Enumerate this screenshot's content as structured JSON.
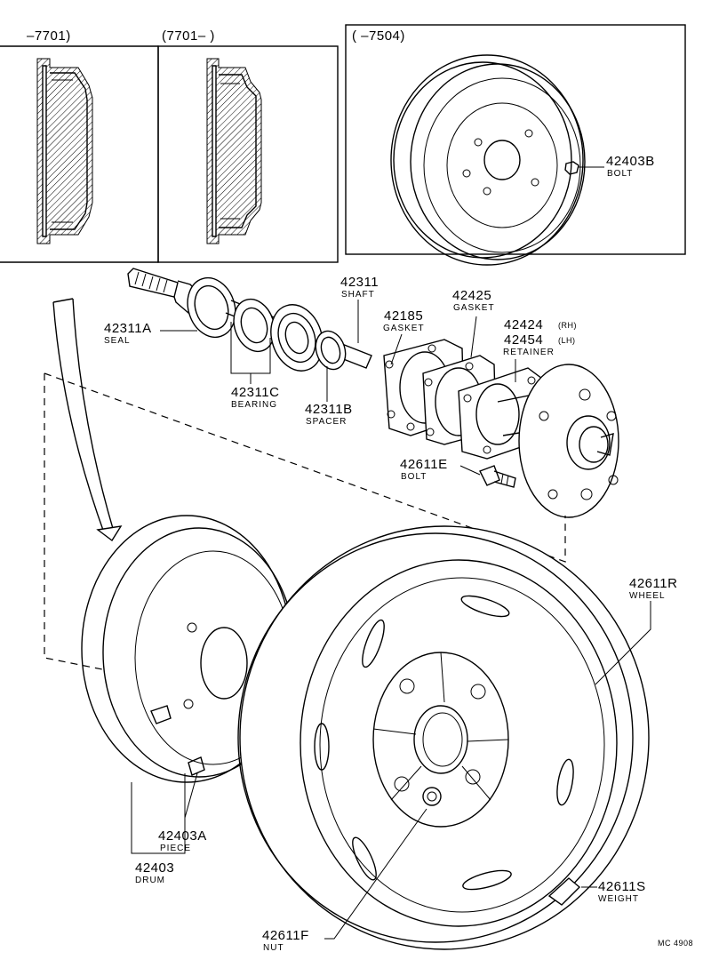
{
  "variants": {
    "box1_range": "–7701)",
    "box2_range": "(7701–      )",
    "box3_range": "(      –7504)"
  },
  "parts": [
    {
      "number": "42403B",
      "name": "BOLT"
    },
    {
      "number": "42311",
      "name": "SHAFT"
    },
    {
      "number": "42425",
      "name": "GASKET"
    },
    {
      "number": "42185",
      "name": "GASKET"
    },
    {
      "number": "42424",
      "side": "(RH)"
    },
    {
      "number": "42454",
      "side": "(LH)",
      "name": "RETAINER"
    },
    {
      "number": "42311A",
      "name": "SEAL"
    },
    {
      "number": "42311C",
      "name": "BEARING"
    },
    {
      "number": "42311B",
      "name": "SPACER"
    },
    {
      "number": "42611E",
      "name": "BOLT"
    },
    {
      "number": "42611R",
      "name": "WHEEL"
    },
    {
      "number": "42403A",
      "name": "PIECE"
    },
    {
      "number": "42403",
      "name": "DRUM"
    },
    {
      "number": "42611F",
      "name": "NUT"
    },
    {
      "number": "42611S",
      "name": "WEIGHT"
    }
  ],
  "footer_code": "MC 4908"
}
